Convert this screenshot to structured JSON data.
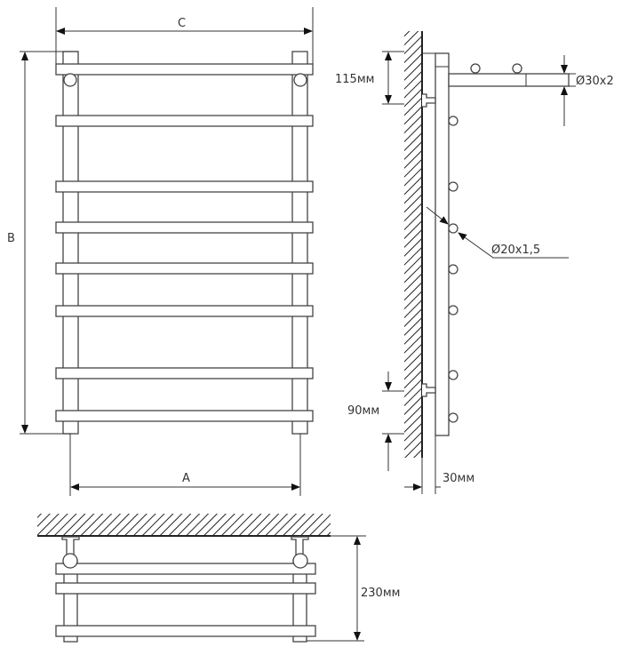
{
  "front_view": {
    "dim_width_label": "C",
    "dim_height_label": "B",
    "dim_axis_label": "A"
  },
  "side_view": {
    "bracket_offset_label": "115мм",
    "main_pipe_label": "Ø30x2",
    "rung_pipe_label": "Ø20x1,5",
    "bottom_offset_label": "90мм",
    "wall_gap_label": "30мм"
  },
  "top_view": {
    "depth_label": "230мм"
  }
}
